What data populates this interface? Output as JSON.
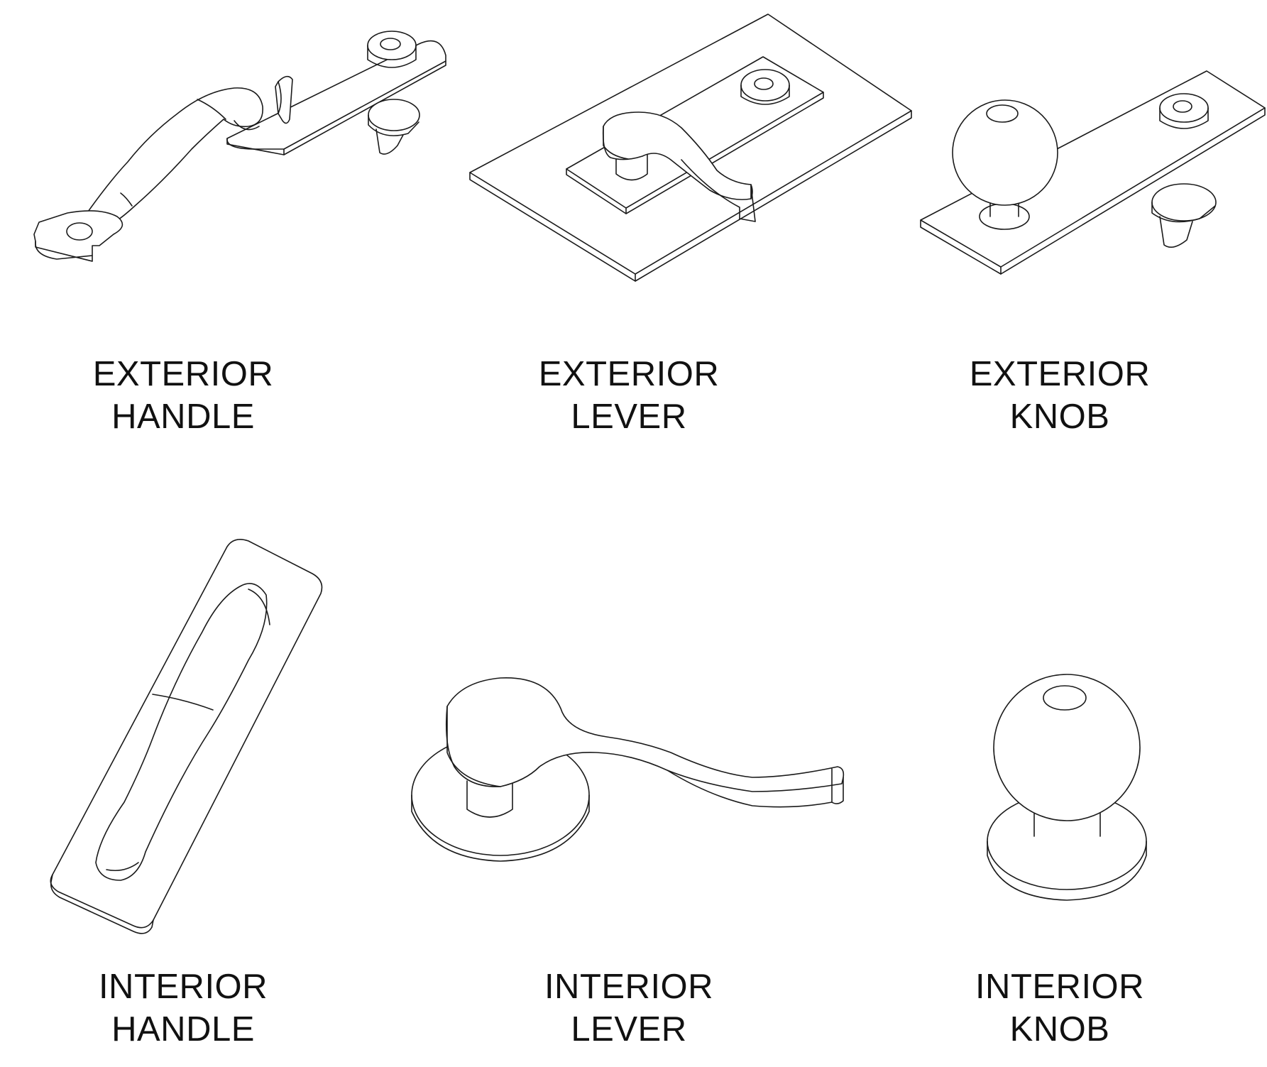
{
  "captions": [
    {
      "line1": "EXTERIOR",
      "line2": "HANDLE"
    },
    {
      "line1": "EXTERIOR",
      "line2": "LEVER"
    },
    {
      "line1": "EXTERIOR",
      "line2": "KNOB"
    },
    {
      "line1": "INTERIOR",
      "line2": "HANDLE"
    },
    {
      "line1": "INTERIOR",
      "line2": "LEVER"
    },
    {
      "line1": "INTERIOR",
      "line2": "KNOB"
    }
  ],
  "colors": {
    "line": "#1a1a1a",
    "background": "#ffffff"
  }
}
